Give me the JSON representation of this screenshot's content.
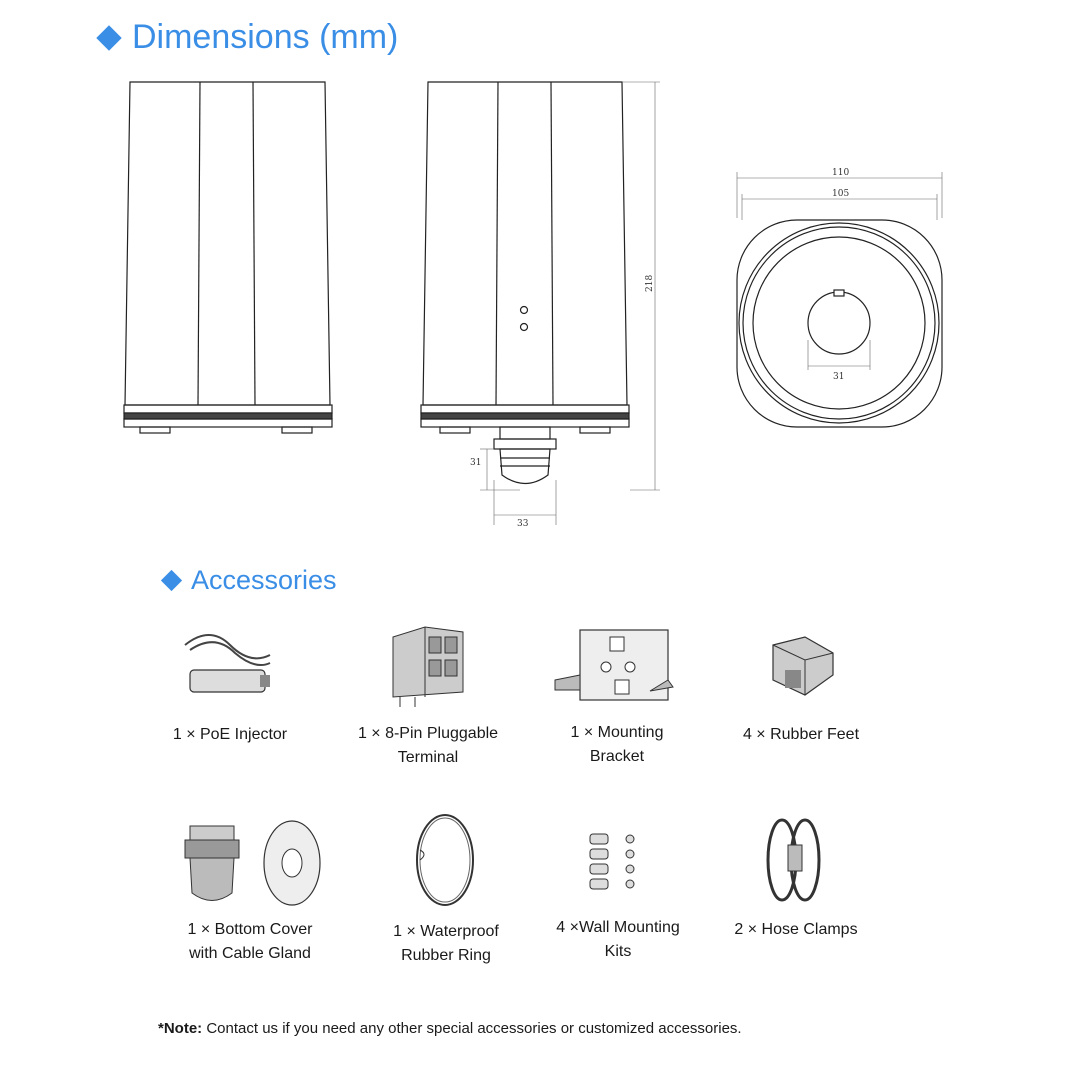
{
  "dimensions": {
    "title": "Dimensions (mm)",
    "labels": {
      "height": "218",
      "width_outer": "110",
      "width_inner": "105",
      "hole": "31",
      "gland_height": "31",
      "gland_width": "33"
    }
  },
  "accessories": {
    "title": "Accessories",
    "items": [
      {
        "label": "1 × PoE Injector"
      },
      {
        "label": "1 × 8-Pin Pluggable\nTerminal"
      },
      {
        "label": "1 × Mounting\nBracket"
      },
      {
        "label": "4 × Rubber Feet"
      },
      {
        "label": "1 × Bottom Cover\nwith Cable Gland"
      },
      {
        "label": "1 × Waterproof\nRubber Ring"
      },
      {
        "label": "4 ×Wall Mounting\nKits"
      },
      {
        "label": "2 × Hose Clamps"
      }
    ]
  },
  "note": {
    "prefix": "*Note:",
    "text": " Contact us if you need any other special accessories or customized accessories."
  },
  "colors": {
    "accent": "#3a8ee6"
  }
}
